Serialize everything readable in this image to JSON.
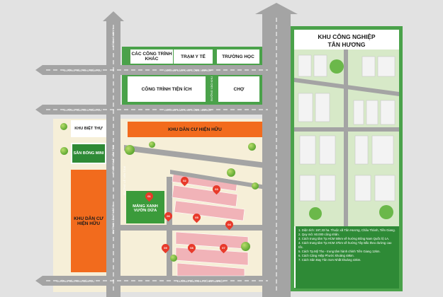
{
  "roads": {
    "top": "ĐƯỜNG VÀO KHU DÂN CƯ",
    "top_right": "ĐƯỜNG VÀO KHU CÔNG NGHIỆP",
    "mid_left": "ĐƯỜNG VÀO KHU DÂN CƯ",
    "mid_right": "ĐƯỜNG VÀO KHU CÔNG NGHIỆP",
    "bottom_left": "ĐƯỜNG VÀO KHU DÂN CƯ",
    "bottom_right": "ĐƯỜNG VÀO KHU CÔNG NGHIỆP",
    "vertical_left": "BẮC HÀ MINH",
    "vertical_mid1": "ĐƯỜNG LÊ VĂN TÁM",
    "vertical_mid2": "ĐƯỜNG LÊ VĂN TÁM",
    "vertical_mid3": "ĐƯỜNG LÊ VĂN TÁM",
    "vertical_right": "ĐƯỜNG VÀO KHU"
  },
  "zones": {
    "cong_trinh_khac": "CÁC CÔNG TRÌNH KHÁC",
    "tram_y_te": "TRẠM Y TẾ",
    "truong_hoc": "TRƯỜNG HỌC",
    "cong_trinh_tien_ich": "CÔNG TRÌNH TIỆN ÍCH",
    "cho": "CHỢ",
    "khu_biet_thu": "KHU BIỆT THỰ",
    "san_bong_mini": "SÂN BÓNG MINI",
    "khu_dan_cu_hien_huu_top": "KHU DÂN CƯ HIỆN HỮU",
    "khu_dan_cu_hien_huu_left": "KHU DÂN CƯ HIỆN HỮU",
    "mang_xanh": "MẢNG XANH VƯỜN DỪA"
  },
  "pins": [
    "01",
    "02",
    "03",
    "04",
    "05",
    "06",
    "07",
    "08",
    "09"
  ],
  "panel": {
    "title_line1": "KHU CÔNG NGHIỆP",
    "title_line2": "TÂN HƯƠNG"
  },
  "info": [
    "1. Diện tích: 197,33 ha. Thuộc xã Tân Hương, Châu Thành, Tiền Giang.",
    "2. Quy mô: 60.000 công nhân.",
    "3. Cách trung tâm Tp.HCM 50km về hướng Đông Nam Quốc lộ 1A.",
    "4. Cách trung tâm Tp.HCM 37km về hướng Tây Bắc theo đường cao tốc.",
    "5. Cách Tp.Mỹ Tho - trung tâm hành chính Tiền Giang 12km.",
    "6. Cách Cảng Hiệp Phước khoảng 48km.",
    "7. Cách Sân Bay Tân Sơn Nhất khoảng 43km."
  ],
  "colors": {
    "road": "#9a9a9a",
    "green_accent": "#4aa24a",
    "orange": "#f26b1d",
    "block": "#f5ebd0",
    "lot": "#f1b3b8",
    "pin": "#e83a2a"
  }
}
